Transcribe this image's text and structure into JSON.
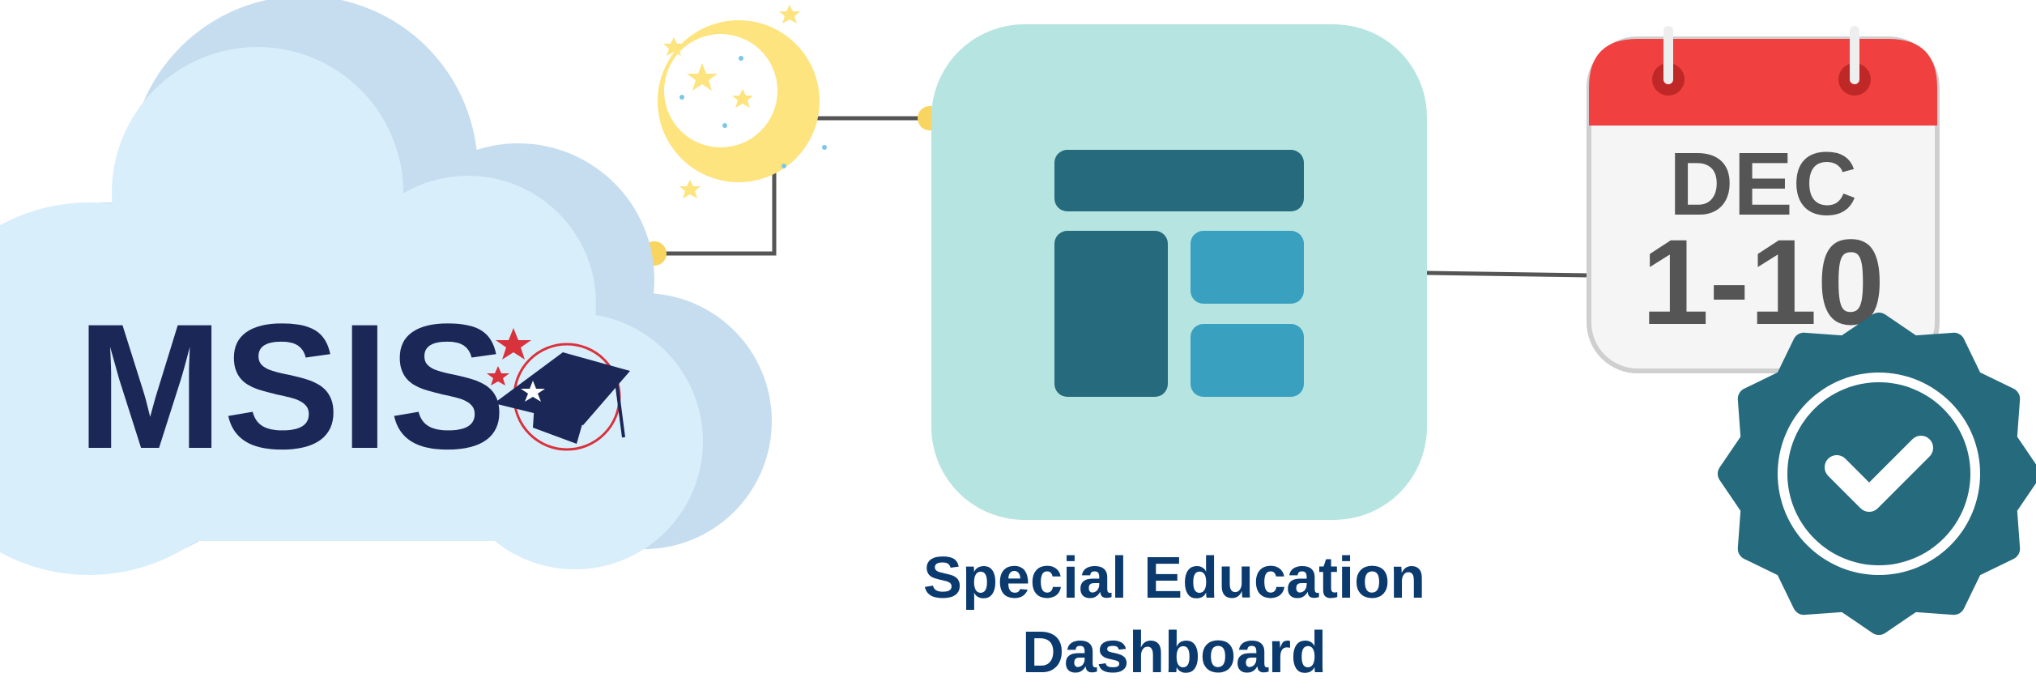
{
  "msis_logo": {
    "text": "MSIS"
  },
  "dashboard": {
    "caption_line1": "Special Education",
    "caption_line2": "Dashboard"
  },
  "calendar": {
    "month": "DEC",
    "days": "1-10"
  },
  "icons": {
    "cloud": "cloud-icon",
    "moon": "crescent-moon-icon",
    "dashboard": "dashboard-layout-icon",
    "calendar": "calendar-icon",
    "badge": "verified-check-badge-icon",
    "graduation": "graduation-cap-icon"
  },
  "colors": {
    "cloud_light": "#d9eefb",
    "cloud_shadow": "#c6ddf0",
    "navy": "#1b2757",
    "connector": "#555555",
    "connector_dot": "#f8d560",
    "moon": "#fde47f",
    "dashboard_bg": "#b6e5e1",
    "dashboard_dark": "#266a7d",
    "dashboard_light": "#3aa0bf",
    "calendar_red": "#f04040",
    "calendar_text": "#555555",
    "badge": "#266a7d",
    "caption": "#0b3a6e"
  }
}
